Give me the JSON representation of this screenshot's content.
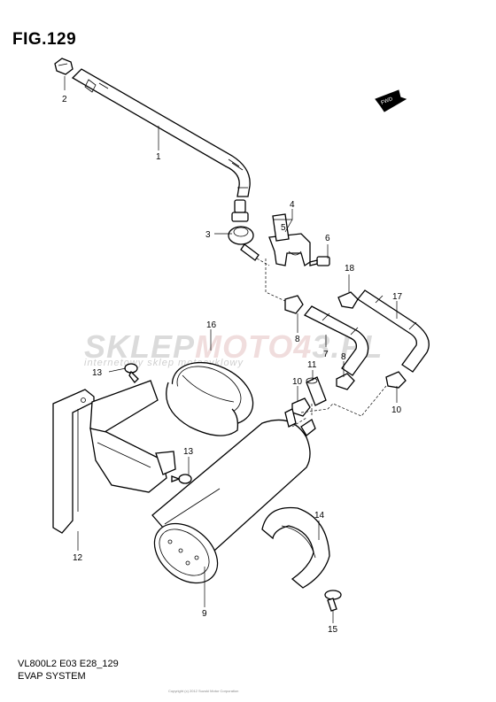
{
  "figure": {
    "title": "FIG.129"
  },
  "caption": {
    "model": "VL800L2 E03 E28_129",
    "system": "EVAP SYSTEM"
  },
  "watermark": {
    "brand_part1": "SKLEP",
    "brand_part2": "MOTO4",
    "brand_part3": "3.PL",
    "tagline": "internetowy sklep motocyklowy"
  },
  "footer": {
    "text": "Copyright (c) 2012 Suzuki Motor Corporation"
  },
  "fwd_badge": {
    "text": "FWD"
  },
  "callouts": {
    "c1": "1",
    "c2": "2",
    "c3": "3",
    "c4": "4",
    "c5": "5",
    "c6": "6",
    "c7": "7",
    "c8a": "8",
    "c8b": "8",
    "c9": "9",
    "c10a": "10",
    "c10b": "10",
    "c11": "11",
    "c12": "12",
    "c13a": "13",
    "c13b": "13",
    "c14": "14",
    "c15": "15",
    "c16": "16",
    "c17": "17",
    "c18": "18"
  }
}
